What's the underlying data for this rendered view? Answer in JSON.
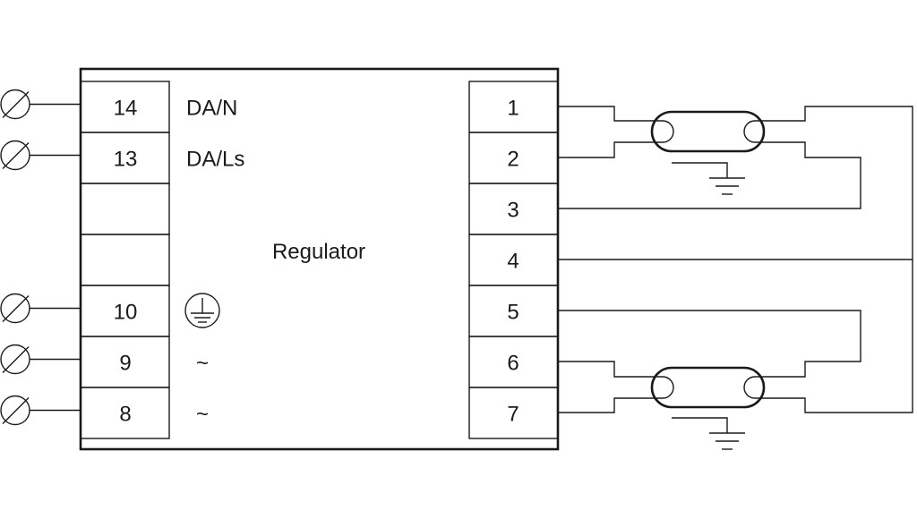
{
  "diagram": {
    "title": "Regulator",
    "left_terminals": [
      {
        "number": "14",
        "label": "DA/N"
      },
      {
        "number": "13",
        "label": "DA/Ls"
      },
      {
        "number": "",
        "label": ""
      },
      {
        "number": "",
        "label": ""
      },
      {
        "number": "10",
        "label": "",
        "symbol": "protective-earth-icon"
      },
      {
        "number": "9",
        "label": "~"
      },
      {
        "number": "8",
        "label": "~"
      }
    ],
    "right_terminals": [
      "1",
      "2",
      "3",
      "4",
      "5",
      "6",
      "7"
    ],
    "lamps": [
      {
        "name": "lamp-1",
        "connects": [
          "1",
          "2",
          "3",
          "4"
        ],
        "grounded": true
      },
      {
        "name": "lamp-2",
        "connects": [
          "4",
          "5",
          "6",
          "7"
        ],
        "grounded": true
      }
    ],
    "colors": {
      "line": "#1a1a1a",
      "background": "#ffffff"
    }
  }
}
